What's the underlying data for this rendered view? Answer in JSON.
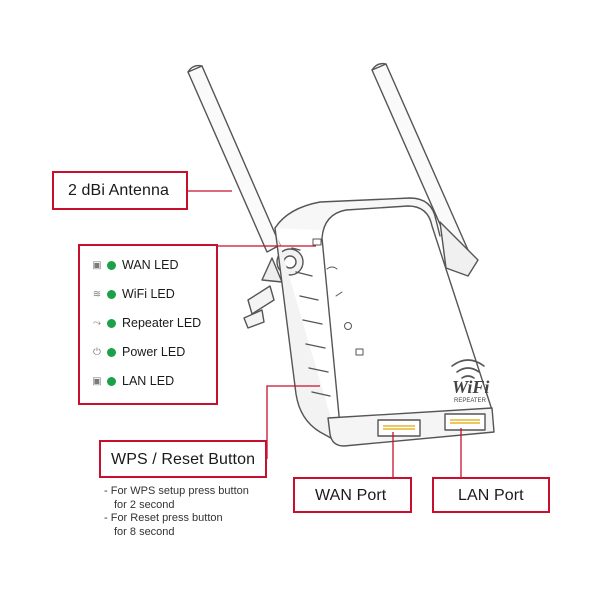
{
  "callouts": {
    "antenna": "2 dBi Antenna",
    "wps_reset": "WPS / Reset Button",
    "wan_port": "WAN Port",
    "lan_port": "LAN Port"
  },
  "leds": [
    {
      "icon": "wan-icon",
      "label": "WAN LED"
    },
    {
      "icon": "wifi-icon",
      "label": "WiFi LED"
    },
    {
      "icon": "repeater-icon",
      "label": "Repeater LED"
    },
    {
      "icon": "power-icon",
      "label": "Power LED"
    },
    {
      "icon": "lan-icon",
      "label": "LAN LED"
    }
  ],
  "wps_notes": [
    "- For WPS setup press button",
    "  for 2 second",
    "- For Reset  press button",
    "  for 8 second"
  ],
  "device_logo": {
    "brand": "WiFi",
    "sub": "REPEATER"
  },
  "colors": {
    "callout_border": "#c8102e",
    "led_green": "#1ca14a",
    "device_outline": "#555555"
  }
}
